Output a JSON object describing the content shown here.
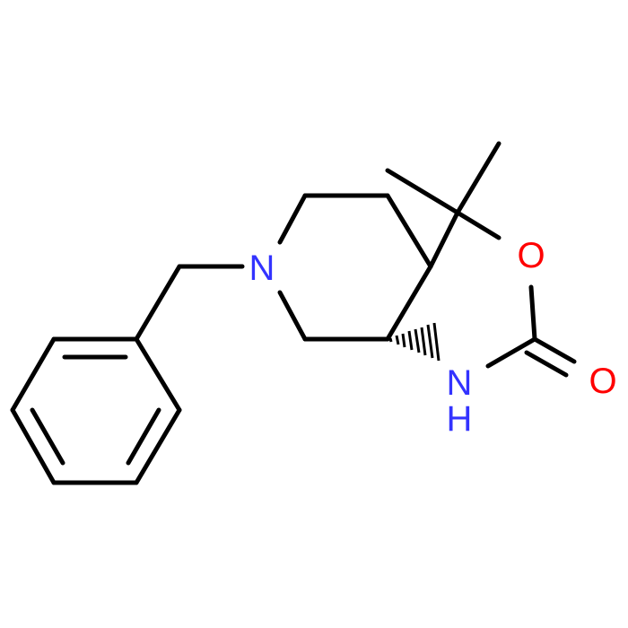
{
  "molecule": {
    "atoms": {
      "N_ring": {
        "text": "N",
        "color": "#3333ff"
      },
      "O_ring": {
        "text": "O",
        "color": "#ff0000"
      },
      "NH": {
        "text": "N",
        "color": "#3333ff"
      },
      "H_of_NH": {
        "text": "H",
        "color": "#3333ff"
      },
      "O_carbonyl": {
        "text": "O",
        "color": "#ff0000"
      }
    },
    "bond_color": "#000000"
  }
}
